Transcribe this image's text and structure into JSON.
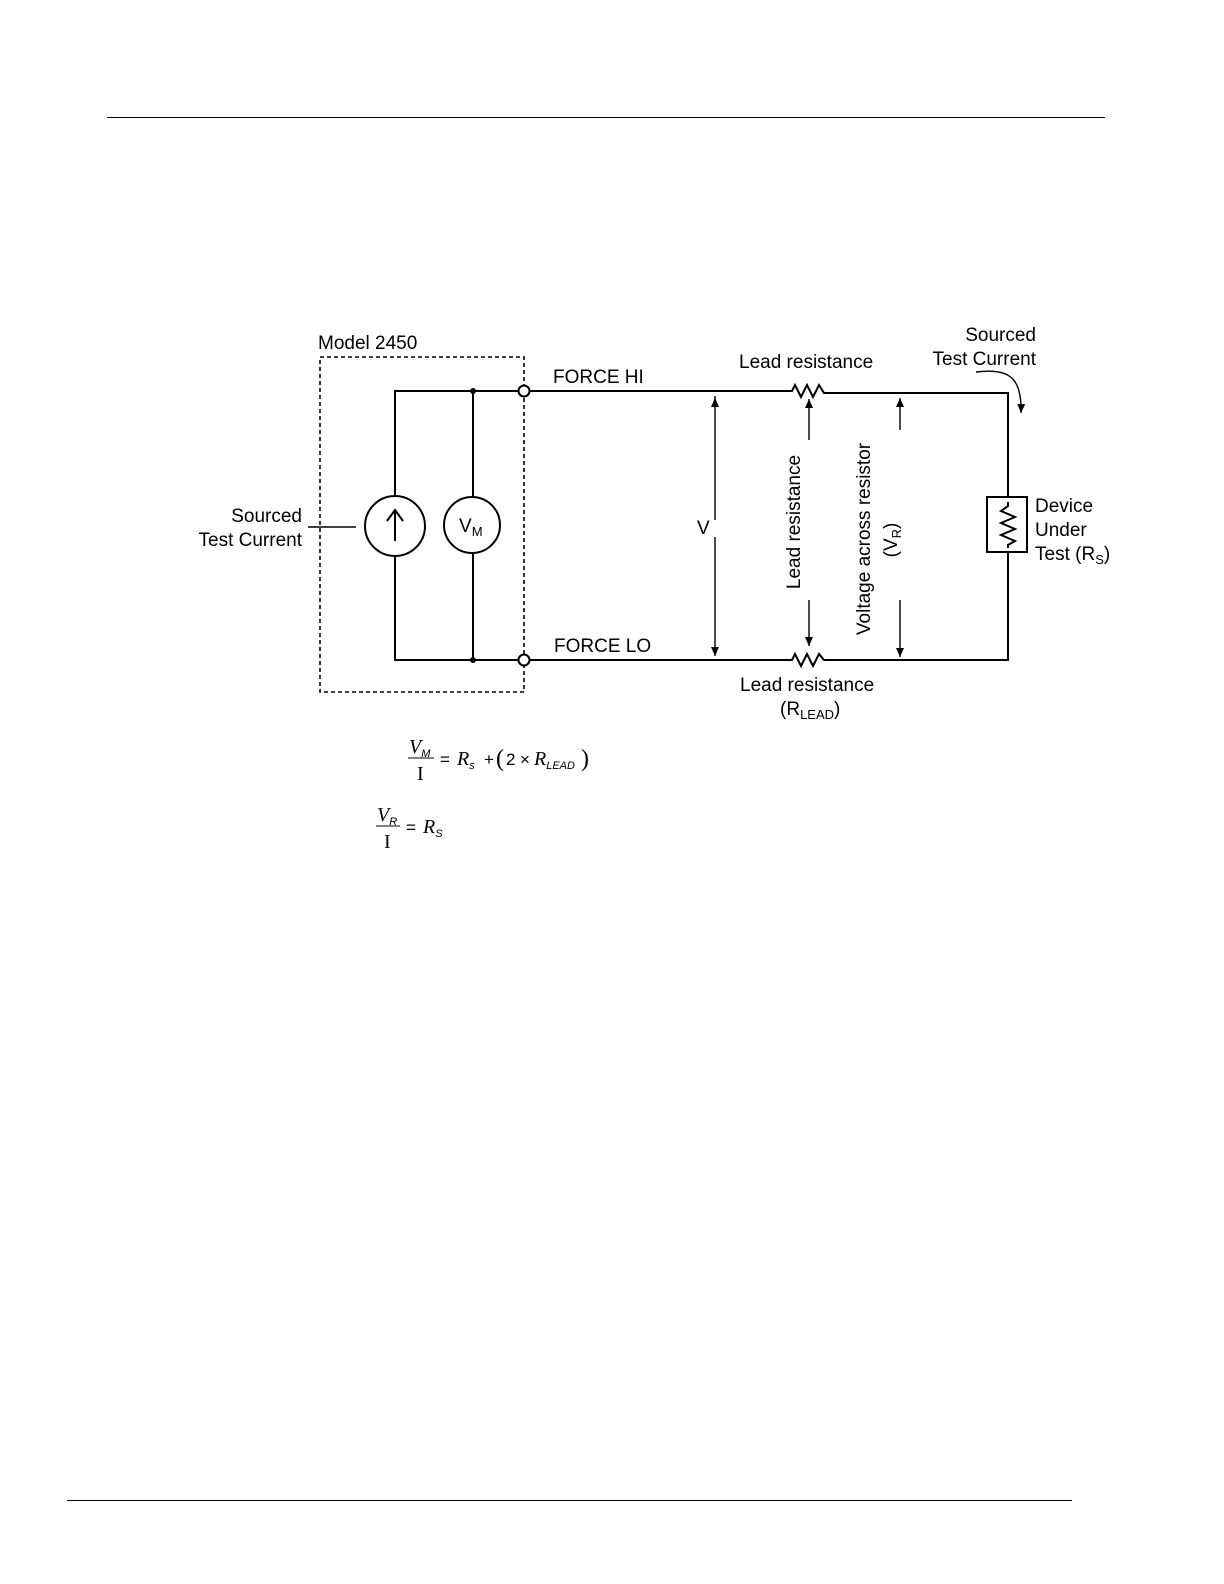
{
  "diagram": {
    "labels": {
      "model": "Model 2450",
      "force_hi": "FORCE HI",
      "force_lo": "FORCE LO",
      "lead_resistance_top": "Lead resistance",
      "lead_resistance_bottom": "Lead resistance",
      "r_lead_open": "(R",
      "r_lead_sub": "LEAD",
      "r_lead_close": ")",
      "sourced_left_line1": "Sourced",
      "sourced_left_line2": "Test Current",
      "sourced_right_line1": "Sourced",
      "sourced_right_line2": "Test Current",
      "vm_main": "V",
      "vm_sub": "M",
      "v": "V",
      "lead_resistance_vertical": "Lead resistance",
      "voltage_across_line1": "Voltage across resistor",
      "voltage_across_line2_open": "(V",
      "voltage_across_line2_sub": "R",
      "voltage_across_line2_close": ")",
      "device_line1": "Device",
      "device_line2": "Under",
      "device_line3_main": "Test (R",
      "device_line3_sub": "S",
      "device_line3_close": ")"
    },
    "equation1": {
      "num": "V",
      "num_sub": "M",
      "den": "I",
      "eq": "=",
      "r": "R",
      "r_sub": "s",
      "plus": "+",
      "lparen": "(",
      "two": "2",
      "times": "×",
      "r2": "R",
      "r2_sub": "LEAD",
      "rparen": ")"
    },
    "equation2": {
      "num": "V",
      "num_sub": "R",
      "den": "I",
      "eq": "=",
      "r": "R",
      "r_sub": "S"
    }
  }
}
